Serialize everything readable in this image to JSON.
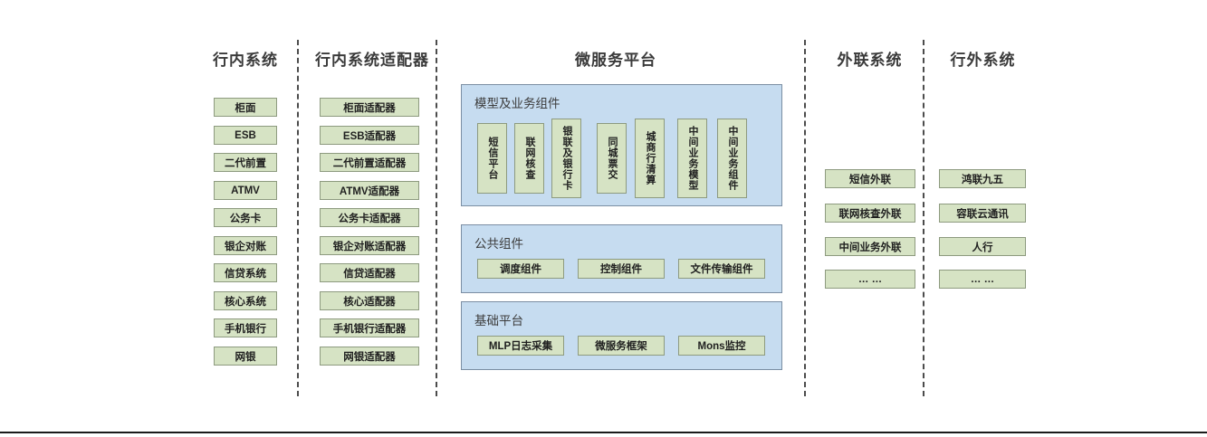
{
  "diagram": {
    "columns": [
      {
        "key": "inner_systems",
        "title": "行内系统",
        "items": [
          "柜面",
          "ESB",
          "二代前置",
          "ATMV",
          "公务卡",
          "银企对账",
          "信贷系统",
          "核心系统",
          "手机银行",
          "网银"
        ]
      },
      {
        "key": "inner_adapters",
        "title": "行内系统适配器",
        "items": [
          "柜面适配器",
          "ESB适配器",
          "二代前置适配器",
          "ATMV适配器",
          "公务卡适配器",
          "银企对账适配器",
          "信贷适配器",
          "核心适配器",
          "手机银行适配器",
          "网银适配器"
        ]
      },
      {
        "key": "microservice_platform",
        "title": "微服务平台"
      },
      {
        "key": "external_link_systems",
        "title": "外联系统",
        "items": [
          "短信外联",
          "联网核查外联",
          "中间业务外联",
          "… …"
        ]
      },
      {
        "key": "outside_bank_systems",
        "title": "行外系统",
        "items": [
          "鸿联九五",
          "容联云通讯",
          "人行",
          "… …"
        ]
      }
    ],
    "platform": {
      "sections": [
        {
          "key": "model_business_components",
          "title": "模型及业务组件",
          "orientation": "vertical",
          "items": [
            "短信平台",
            "联网核查",
            "银联及银行卡",
            "同城票交",
            "城商行清算",
            "中间业务模型",
            "中间业务组件"
          ]
        },
        {
          "key": "public_components",
          "title": "公共组件",
          "orientation": "horizontal",
          "items": [
            "调度组件",
            "控制组件",
            "文件传输组件"
          ]
        },
        {
          "key": "base_platform",
          "title": "基础平台",
          "orientation": "horizontal",
          "items": [
            "MLP日志采集",
            "微服务框架",
            "Mons监控"
          ]
        }
      ]
    },
    "colors": {
      "box_fill": "#d6e3c4",
      "box_border": "#8d9a7f",
      "panel_fill": "#c6dcf0",
      "panel_border": "#7b8ea3",
      "divider": "#4c4c4c",
      "title_text": "#3a3a3a"
    }
  }
}
